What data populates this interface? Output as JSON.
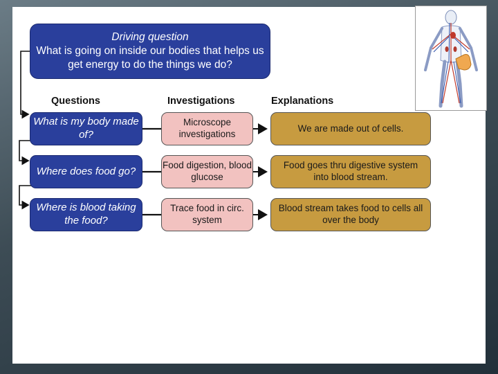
{
  "driving": {
    "title": "Driving question",
    "text": "What is going on inside our bodies that helps us get energy to do the things we do?"
  },
  "headers": {
    "questions": "Questions",
    "investigations": "Investigations",
    "explanations": "Explanations"
  },
  "rows": [
    {
      "question": "What is my body made of?",
      "investigation": "Microscope investigations",
      "explanation": "We are made out of cells."
    },
    {
      "question": "Where does food go?",
      "investigation": "Food digestion, blood glucose",
      "explanation": "Food goes thru digestive system into blood stream."
    },
    {
      "question": "Where is blood taking the food?",
      "investigation": "Trace food in circ. system",
      "explanation": "Blood stream takes food to cells all over the body"
    }
  ],
  "colors": {
    "question_box": "#2a3f9c",
    "investigation_box": "#f2c2c0",
    "explanation_box": "#c79b40",
    "background": "#3d4c55"
  },
  "image": {
    "icon": "circulatory-system-figure"
  }
}
